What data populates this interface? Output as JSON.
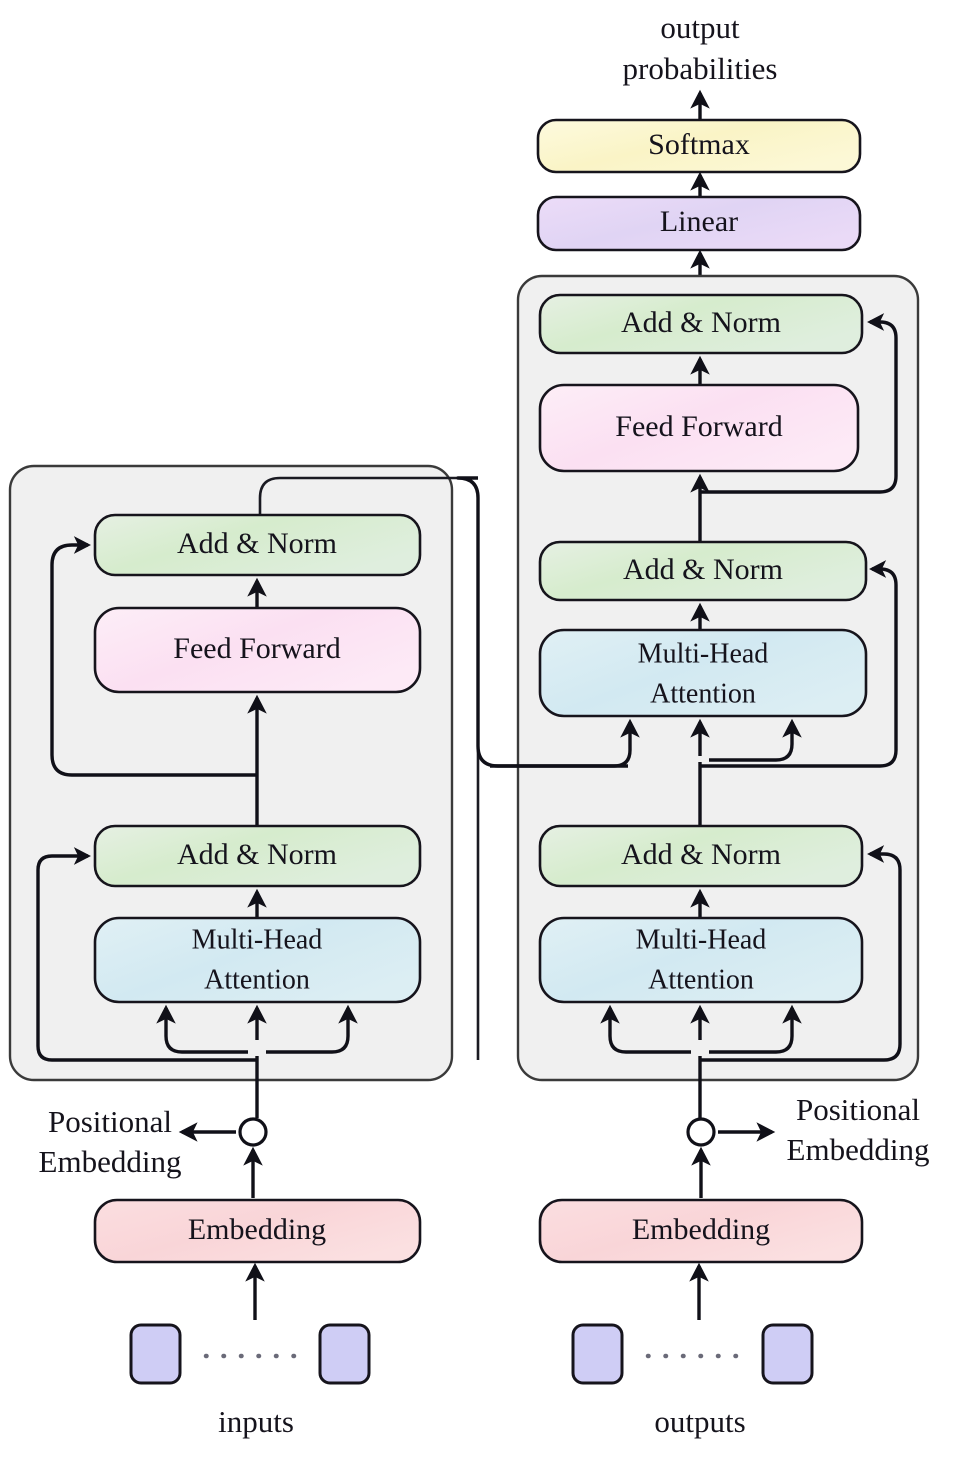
{
  "figure": {
    "title": "Transformer encoder-decoder architecture",
    "type": "diagram"
  },
  "colors": {
    "add_norm": "#d9ecd2",
    "feed_forward": "#fce4f4",
    "attention": "#d6ebf2",
    "embedding": "#f9d7da",
    "linear": "#e2d7f5",
    "softmax": "#fbf6cd",
    "token": "#cfcdf5",
    "container": "#f0f0f0",
    "stroke": "#16141c",
    "wire": "#101018"
  },
  "top_output": {
    "line1": "output",
    "line2": "probabilities"
  },
  "head": {
    "softmax": "Softmax",
    "linear": "Linear"
  },
  "encoder": {
    "name": "encoder-stack",
    "add_norm_upper": "Add & Norm",
    "feed_forward": "Feed Forward",
    "add_norm_lower": "Add & Norm",
    "attention_line1": "Multi-Head",
    "attention_line2": "Attention",
    "positional_line1": "Positional",
    "positional_line2": "Embedding",
    "embedding": "Embedding",
    "io_label": "inputs"
  },
  "decoder": {
    "name": "decoder-stack",
    "add_norm_upper": "Add & Norm",
    "feed_forward": "Feed Forward",
    "add_norm_middle": "Add & Norm",
    "cross_attention_line1": "Multi-Head",
    "cross_attention_line2": "Attention",
    "add_norm_lower": "Add & Norm",
    "self_attention_line1": "Multi-Head",
    "self_attention_line2": "Attention",
    "positional_line1": "Positional",
    "positional_line2": "Embedding",
    "embedding": "Embedding",
    "io_label": "outputs"
  }
}
